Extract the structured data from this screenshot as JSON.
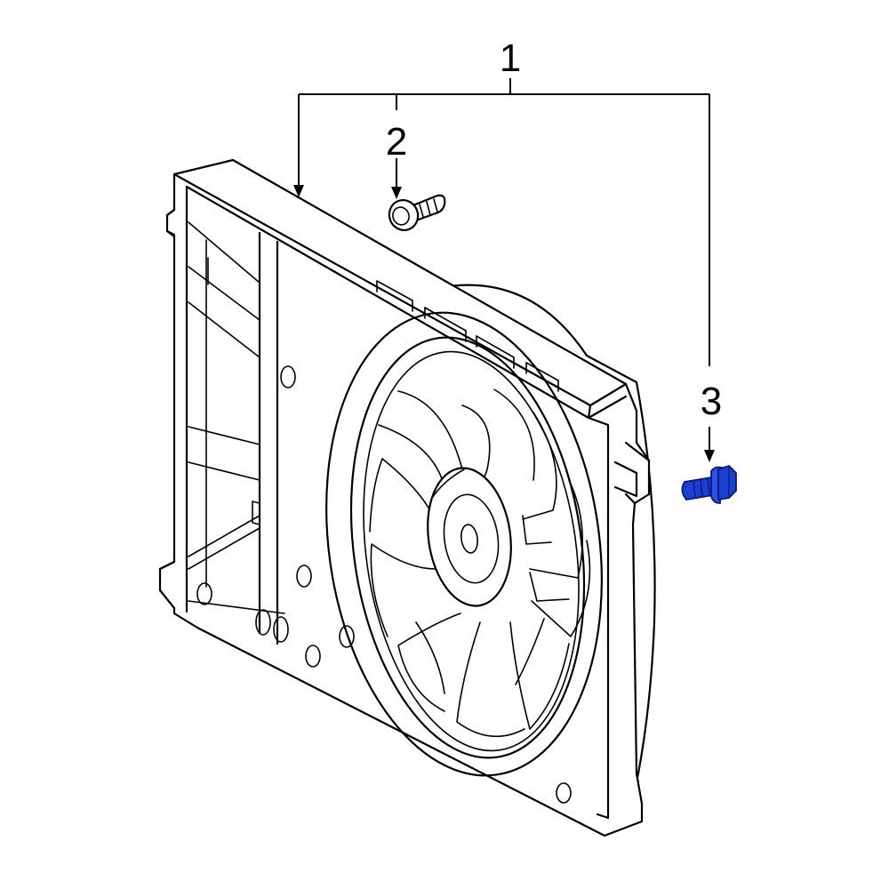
{
  "callouts": [
    {
      "id": "1",
      "label": "1"
    },
    {
      "id": "2",
      "label": "2"
    },
    {
      "id": "3",
      "label": "3"
    }
  ],
  "colors": {
    "line": "#000000",
    "background": "#ffffff",
    "highlight_part": "#1a3fd1"
  }
}
